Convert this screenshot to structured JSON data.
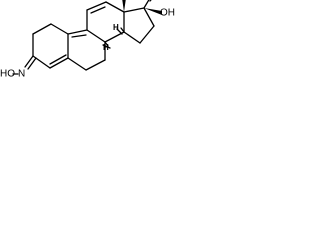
{
  "labels": {
    "oxime_group": "HO",
    "oxime_nitrogen": "N",
    "hydroxyl_group": "OH",
    "stereo_h_1": "H",
    "stereo_h_2": "H"
  }
}
